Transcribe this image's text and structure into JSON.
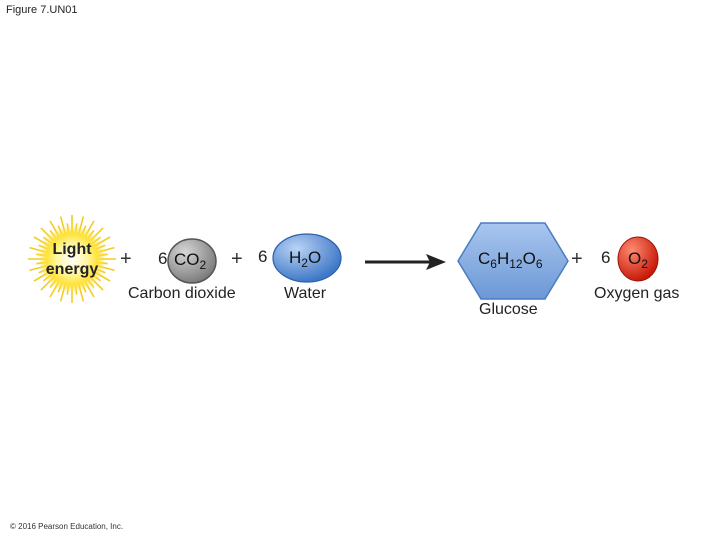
{
  "figure_label": "Figure 7.UN01",
  "copyright": "© 2016 Pearson Education, Inc.",
  "light": {
    "line1": "Light",
    "line2": "energy"
  },
  "plus": "+",
  "reactants": [
    {
      "coefficient": "6",
      "formula_parts": [
        "CO",
        "2"
      ],
      "name": "Carbon dioxide",
      "color": "#9e9e9e"
    },
    {
      "coefficient": "6",
      "formula_parts": [
        "H",
        "2",
        "O"
      ],
      "name": "Water",
      "color": "#5b8fd6"
    }
  ],
  "products": [
    {
      "formula_parts": [
        "C",
        "6",
        "H",
        "12",
        "O",
        "6"
      ],
      "name": "Glucose",
      "color": "#7fa8e0"
    },
    {
      "coefficient": "6",
      "formula_parts": [
        "O",
        "2"
      ],
      "name": "Oxygen gas",
      "color": "#e02a18"
    }
  ],
  "colors": {
    "sun_core": "#fff36a",
    "sun_ray": "#f2c400",
    "arrow": "#222222"
  }
}
